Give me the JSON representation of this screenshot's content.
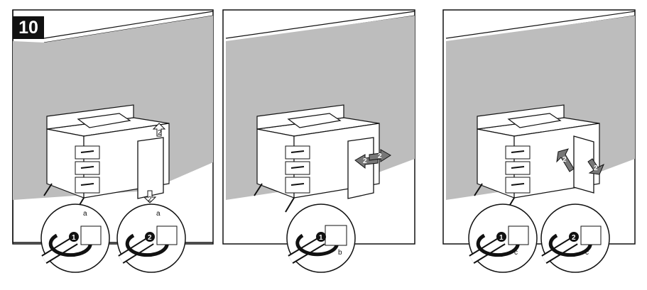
{
  "step": {
    "number": "10"
  },
  "labels": {
    "p1": {
      "callout_a_1": "a",
      "callout_a_2": "a",
      "num_1": "1",
      "num_2": "2",
      "num_3": "2",
      "num_4": "2"
    },
    "p2": {
      "callout_b": "b",
      "num_1": "1",
      "num_2": "2",
      "num_3": "2"
    },
    "p3": {
      "callout_c_1": "c",
      "callout_c_2": "c",
      "num_1": "1",
      "num_2": "2",
      "num_3": "2",
      "num_4": "2"
    }
  },
  "colors": {
    "wall": "#bdbdbd",
    "line": "#111111",
    "badge": "#111111"
  }
}
